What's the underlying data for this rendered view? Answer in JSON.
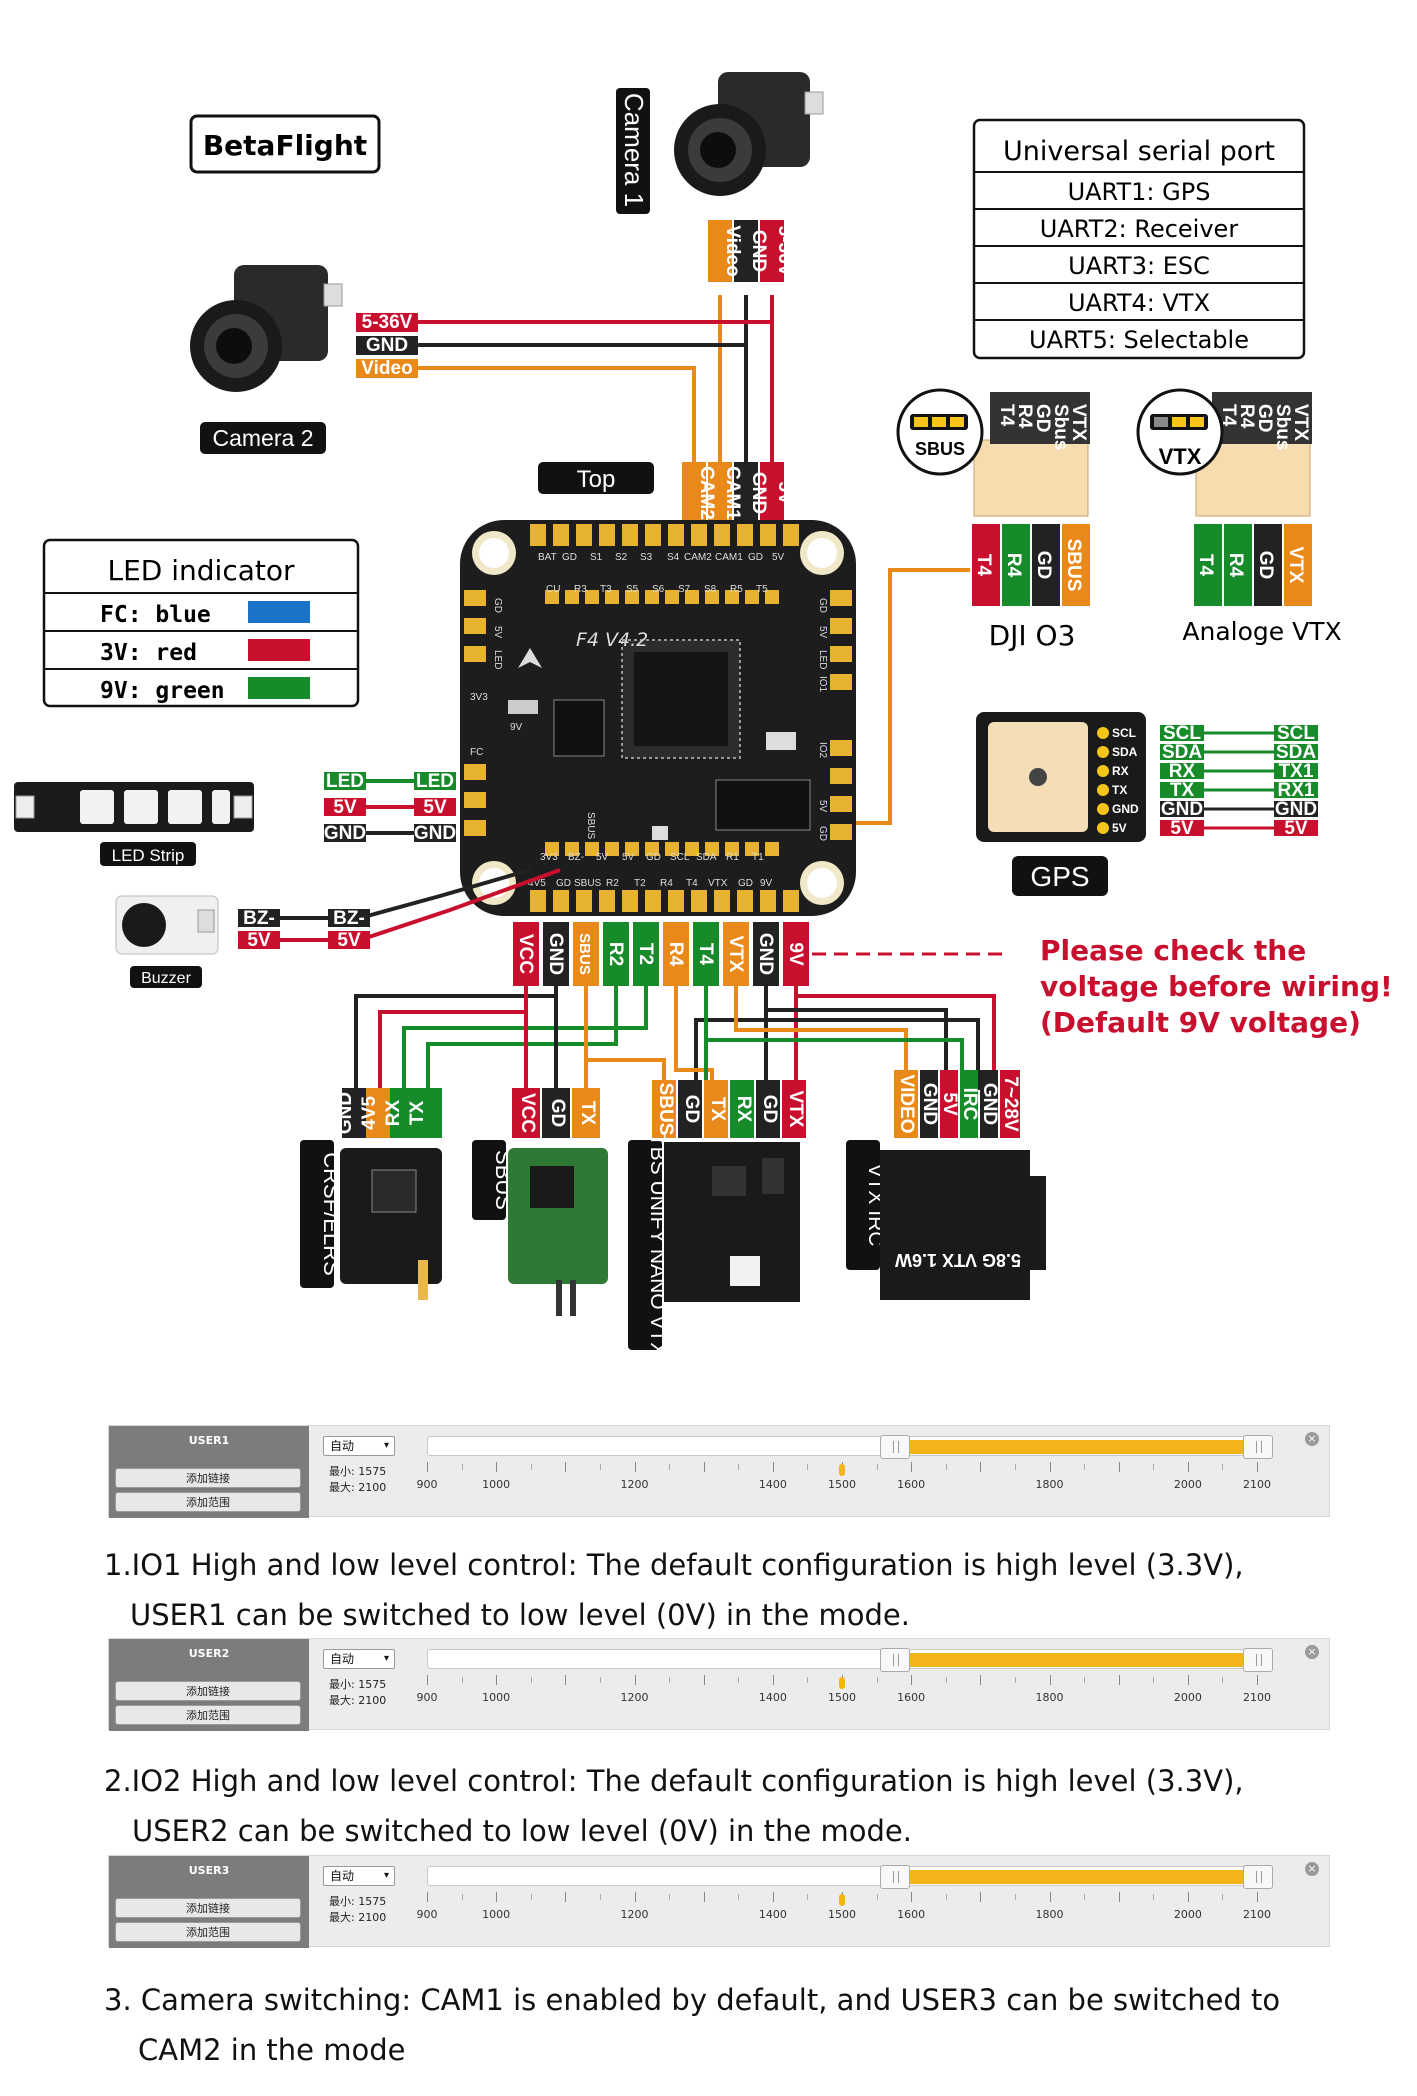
{
  "brand": {
    "label": "BetaFlight"
  },
  "cameras": {
    "cam1": "Camera 1",
    "cam2": "Camera 2"
  },
  "camera_wires": {
    "power": "5-36V",
    "gnd": "GND",
    "video": "Video"
  },
  "board": {
    "top_label": "Top",
    "model": "F4 V4.2",
    "top_pads": [
      "BAT",
      "GD",
      "S1",
      "S2",
      "S3",
      "S4",
      "CAM2",
      "CAM1",
      "GD",
      "5V"
    ],
    "top_pads2": [
      "CU",
      "R3",
      "T3",
      "S5",
      "S6",
      "S7",
      "S8",
      "R5",
      "T5"
    ],
    "top_out": [
      "CAM2",
      "CAM1",
      "GND",
      "5V"
    ],
    "left_pads": [
      "GD",
      "5V",
      "LED",
      "3V3",
      "9V",
      "FC"
    ],
    "right_pads": [
      "GD",
      "5V",
      "LED",
      "IO1",
      "IO2",
      "5V",
      "GD"
    ],
    "bottom_pads2": [
      "3V3",
      "BZ-",
      "5V",
      "5V",
      "GD",
      "SCL",
      "SDA",
      "R1",
      "T1"
    ],
    "bottom_pads": [
      "4V5",
      "GD",
      "SBUS",
      "R2",
      "T2",
      "R4",
      "T4",
      "VTX",
      "GD",
      "9V"
    ],
    "sbus_side": "SBUS"
  },
  "uart_table": {
    "title": "Universal serial port",
    "rows": [
      "UART1: GPS",
      "UART2: Receiver",
      "UART3: ESC",
      "UART4: VTX",
      "UART5: Selectable"
    ]
  },
  "led_indicator": {
    "title": "LED indicator",
    "rows": [
      {
        "label": "FC:  blue",
        "color": "#1a73c8"
      },
      {
        "label": "3V:  red",
        "color": "#c8102e"
      },
      {
        "label": "9V:  green",
        "color": "#178a2a"
      }
    ]
  },
  "led_strip": {
    "name": "LED Strip",
    "wires": [
      "LED",
      "5V",
      "GND"
    ],
    "board": [
      "LED",
      "5V",
      "GND"
    ]
  },
  "buzzer": {
    "name": "Buzzer",
    "wires": [
      "BZ-",
      "5V"
    ],
    "board": [
      "BZ-",
      "5V"
    ]
  },
  "dji": {
    "name": "DJI O3",
    "jumper": "SBUS",
    "pin_labels": [
      "T4",
      "R4",
      "GD",
      "Sbus",
      "VTX"
    ],
    "wires": [
      "T4",
      "R4",
      "GD",
      "SBUS"
    ]
  },
  "analog": {
    "name": "Analoge VTX",
    "jumper": "VTX",
    "pin_labels": [
      "T4",
      "R4",
      "GD",
      "Sbus",
      "VTX"
    ],
    "wires": [
      "T4",
      "R4",
      "GD",
      "VTX"
    ]
  },
  "gps": {
    "name": "GPS",
    "pins": [
      "SCL",
      "SDA",
      "RX",
      "TX",
      "GND",
      "5V"
    ],
    "left": [
      "SCL",
      "SDA",
      "RX",
      "TX",
      "GND",
      "5V"
    ],
    "right": [
      "SCL",
      "SDA",
      "TX1",
      "RX1",
      "GND",
      "5V"
    ]
  },
  "bottom_wires": [
    "VCC",
    "GND",
    "SBUS",
    "R2",
    "T2",
    "R4",
    "T4",
    "VTX",
    "GND",
    "9V"
  ],
  "warning": [
    "Please check the",
    "voltage before wiring!",
    "(Default 9V voltage)"
  ],
  "crsf": {
    "name": "CRSF/ELRS",
    "wires": [
      "GND",
      "4V5",
      "RX",
      "TX"
    ]
  },
  "sbus_rx": {
    "name": "SBUS",
    "wires": [
      "VCC",
      "GD",
      "TX"
    ]
  },
  "tbs": {
    "name": "TBS UNIFY NANO VTX",
    "wires": [
      "SBUS",
      "GD",
      "TX",
      "RX",
      "GD",
      "VTX"
    ]
  },
  "vtx_irc": {
    "name": "VTX IRC",
    "wires": [
      "VIDEO",
      "GND",
      "5V",
      "IRC",
      "GND",
      "7~28V"
    ],
    "board_text": "5.8G VTX 1.6W"
  },
  "modes": [
    {
      "name": "USER1",
      "select": "自动",
      "min": "最小: 1575",
      "max": "最大: 2100",
      "add_link": "添加链接",
      "add_range": "添加范围",
      "range_low": 1575,
      "range_high": 2100,
      "current": 1500
    },
    {
      "name": "USER2",
      "select": "自动",
      "min": "最小: 1575",
      "max": "最大: 2100",
      "add_link": "添加链接",
      "add_range": "添加范围",
      "range_low": 1575,
      "range_high": 2100,
      "current": 1500
    },
    {
      "name": "USER3",
      "select": "自动",
      "min": "最小: 1575",
      "max": "最大: 2100",
      "add_link": "添加链接",
      "add_range": "添加范围",
      "range_low": 1575,
      "range_high": 2100,
      "current": 1500
    }
  ],
  "scale_ticks": [
    "900",
    "1000",
    "1200",
    "1400",
    "1500",
    "1600",
    "1800",
    "2000",
    "2100"
  ],
  "notes": [
    {
      "line1": "1.IO1 High and low level control: The default configuration is high level (3.3V),",
      "line2": "USER1 can be switched to low level (0V) in the mode."
    },
    {
      "line1": "2.IO2 High and low level control: The default configuration is high level (3.3V),",
      "line2": "USER2 can be switched to low level (0V) in the mode."
    },
    {
      "line1": "3. Camera switching: CAM1 is enabled by default, and USER3 can be switched to",
      "line2": "CAM2 in the mode"
    }
  ],
  "colors": {
    "red": "#c8102e",
    "orange": "#e8891a",
    "green": "#178a2a",
    "black": "#222222",
    "warning": "#c8102e"
  }
}
